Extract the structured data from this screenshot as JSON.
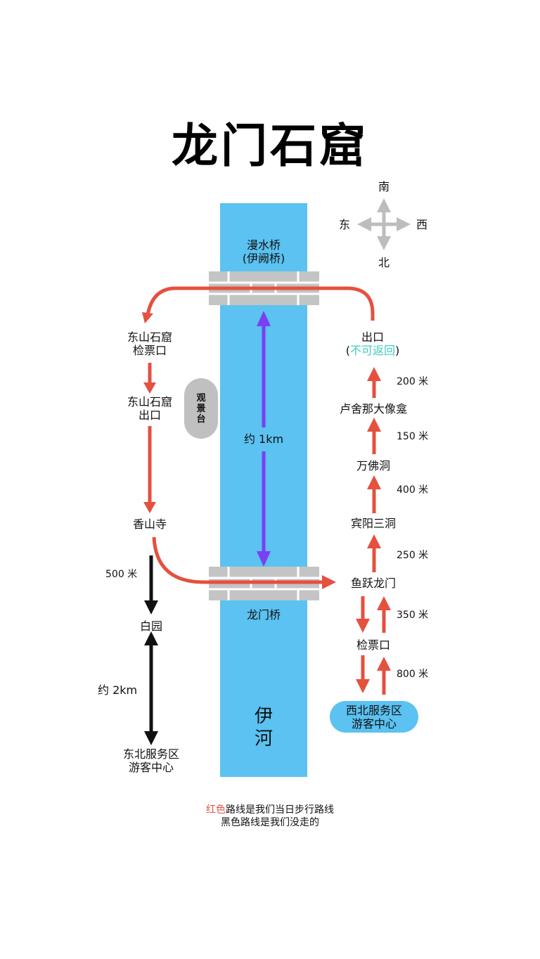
{
  "title": "龙门石窟",
  "compass": {
    "north": "北",
    "south": "南",
    "east": "东",
    "west": "西"
  },
  "river": {
    "name_line1": "伊",
    "name_line2": "河"
  },
  "bridges": {
    "top_line1": "漫水桥",
    "top_line2": "(伊阙桥)",
    "bottom": "龙门桥"
  },
  "bridge_distance": "约 1km",
  "viewing_platform": {
    "line1": "观",
    "line2": "景",
    "line3": "台"
  },
  "west_bank": {
    "east_hill_ticket_line1": "东山石窟",
    "east_hill_ticket_line2": "检票口",
    "east_hill_exit_line1": "东山石窟",
    "east_hill_exit_line2": "出口",
    "xiangshan_temple": "香山寺",
    "dist_temple_bai": "500 米",
    "bai_garden": "白园",
    "dist_bai_ne": "约 2km",
    "ne_center_line1": "东北服务区",
    "ne_center_line2": "游客中心"
  },
  "east_bank": {
    "exit_line1": "出口",
    "exit_line2_open": "(",
    "exit_line2_note": "不可返回",
    "exit_line2_close": ")",
    "dist_exit": "200 米",
    "lushena": "卢舍那大像龛",
    "dist_lushena": "150 米",
    "wanfo": "万佛洞",
    "dist_wanfo": "400 米",
    "binyang": "宾阳三洞",
    "dist_binyang": "250 米",
    "yuyue": "鱼跃龙门",
    "dist_yuyue": "350 米",
    "ticket": "检票口",
    "dist_ticket": "800 米",
    "nw_center_line1": "西北服务区",
    "nw_center_line2": "游客中心"
  },
  "legend": {
    "red_word": "红色",
    "red_rest": "路线是我们当日步行路线",
    "black_line": "黑色路线是我们没走的"
  },
  "colors": {
    "river": "#5bc2f2",
    "walked_route": "#e5503f",
    "not_walked_route": "#000000",
    "bridge_distance": "#7b3ff2",
    "bridge": "#c4c4c4",
    "platform": "#c0c0c0",
    "no_return_note": "#3dcfbf"
  }
}
